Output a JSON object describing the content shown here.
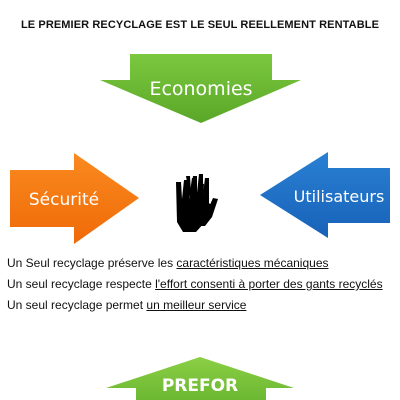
{
  "title": "LE PREMIER RECYCLAGE EST LE SEUL REELLEMENT RENTABLE",
  "arrows": {
    "top": {
      "label": "Economies",
      "color": "#6cb832"
    },
    "left": {
      "label": "Sécurité",
      "color": "#f5750f"
    },
    "right": {
      "label": "Utilisateurs",
      "color": "#1d70c7"
    },
    "bottom": {
      "label": "PREFOR",
      "color": "#7cc13a"
    }
  },
  "center": {
    "icon": "gloves-icon",
    "color": "#000000"
  },
  "statements": [
    {
      "prefix": "Un Seul recyclage préserve  les ",
      "highlight": "caractéristiques mécaniques"
    },
    {
      "prefix": "Un seul recyclage respecte ",
      "highlight": "l'effort consenti à porter des gants recyclés"
    },
    {
      "prefix": "Un seul recyclage permet ",
      "highlight": "un meilleur service"
    }
  ]
}
